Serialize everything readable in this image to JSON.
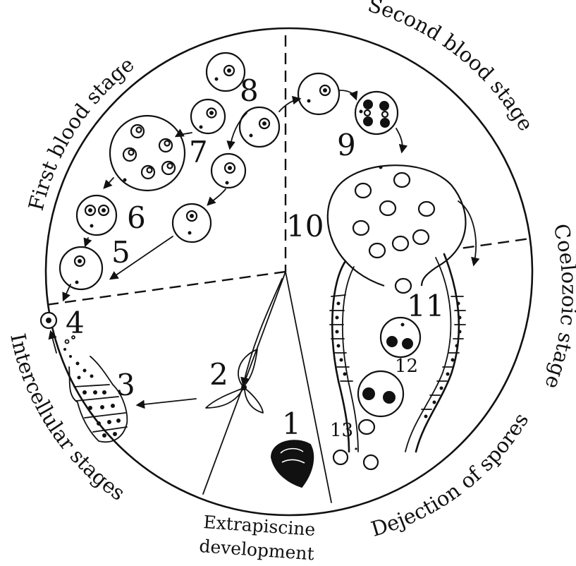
{
  "stage_labels": {
    "first_blood": "First blood stage",
    "second_blood": "Second blood stage",
    "coelozoic": "Coelozoic stage",
    "dejection": "Dejection of spores",
    "extrapiscine_1": "Extrapiscine",
    "extrapiscine_2": "development",
    "intercellular": "Intercellular stages"
  },
  "step_numbers": {
    "n1": "1",
    "n2": "2",
    "n3": "3",
    "n4": "4",
    "n5": "5",
    "n6": "6",
    "n7": "7",
    "n8": "8",
    "n9": "9",
    "n10": "10",
    "n11": "11",
    "n12": "12",
    "n13": "13"
  }
}
